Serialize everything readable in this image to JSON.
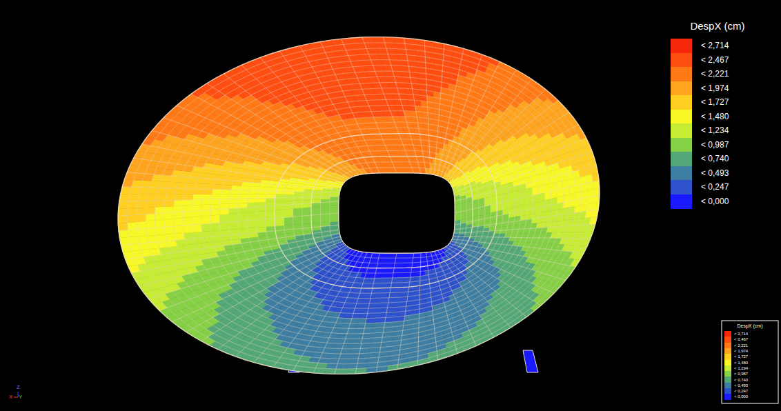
{
  "diagram": {
    "labels": [
      "DespX (cm)",
      "DespX (cm)",
      "Z",
      "X",
      "Y"
    ],
    "legend": [
      {
        "text": "< 2,714",
        "color": "#f5280c"
      },
      {
        "text": "< 2,467",
        "color": "#ff4e12"
      },
      {
        "text": "< 2,221",
        "color": "#ff7a16"
      },
      {
        "text": "< 1,974",
        "color": "#ffa41e"
      },
      {
        "text": "< 1,727",
        "color": "#ffcf22"
      },
      {
        "text": "< 1,480",
        "color": "#f8f826"
      },
      {
        "text": "< 1,234",
        "color": "#c6ec34"
      },
      {
        "text": "< 0,987",
        "color": "#86d046"
      },
      {
        "text": "< 0,740",
        "color": "#54a878"
      },
      {
        "text": "< 0,493",
        "color": "#3e7ea2"
      },
      {
        "text": "< 0,247",
        "color": "#2e52cc"
      },
      {
        "text": "< 0,000",
        "color": "#1a1aff"
      },
      {
        "text": "< 2,714",
        "color": "#f5280c"
      },
      {
        "text": "< 2,467",
        "color": "#ff4e12"
      },
      {
        "text": "< 2,221",
        "color": "#ff7a16"
      },
      {
        "text": "< 1,974",
        "color": "#ffa41e"
      },
      {
        "text": "< 1,727",
        "color": "#ffcf22"
      },
      {
        "text": "< 1,480",
        "color": "#f8f826"
      },
      {
        "text": "< 1,234",
        "color": "#c6ec34"
      },
      {
        "text": "< 0,987",
        "color": "#86d046"
      },
      {
        "text": "< 0,740",
        "color": "#54a878"
      },
      {
        "text": "< 0,493",
        "color": "#3e7ea2"
      },
      {
        "text": "< 0,247",
        "color": "#2e52cc"
      },
      {
        "text": "< 0,000",
        "color": "#1a1aff"
      }
    ]
  }
}
